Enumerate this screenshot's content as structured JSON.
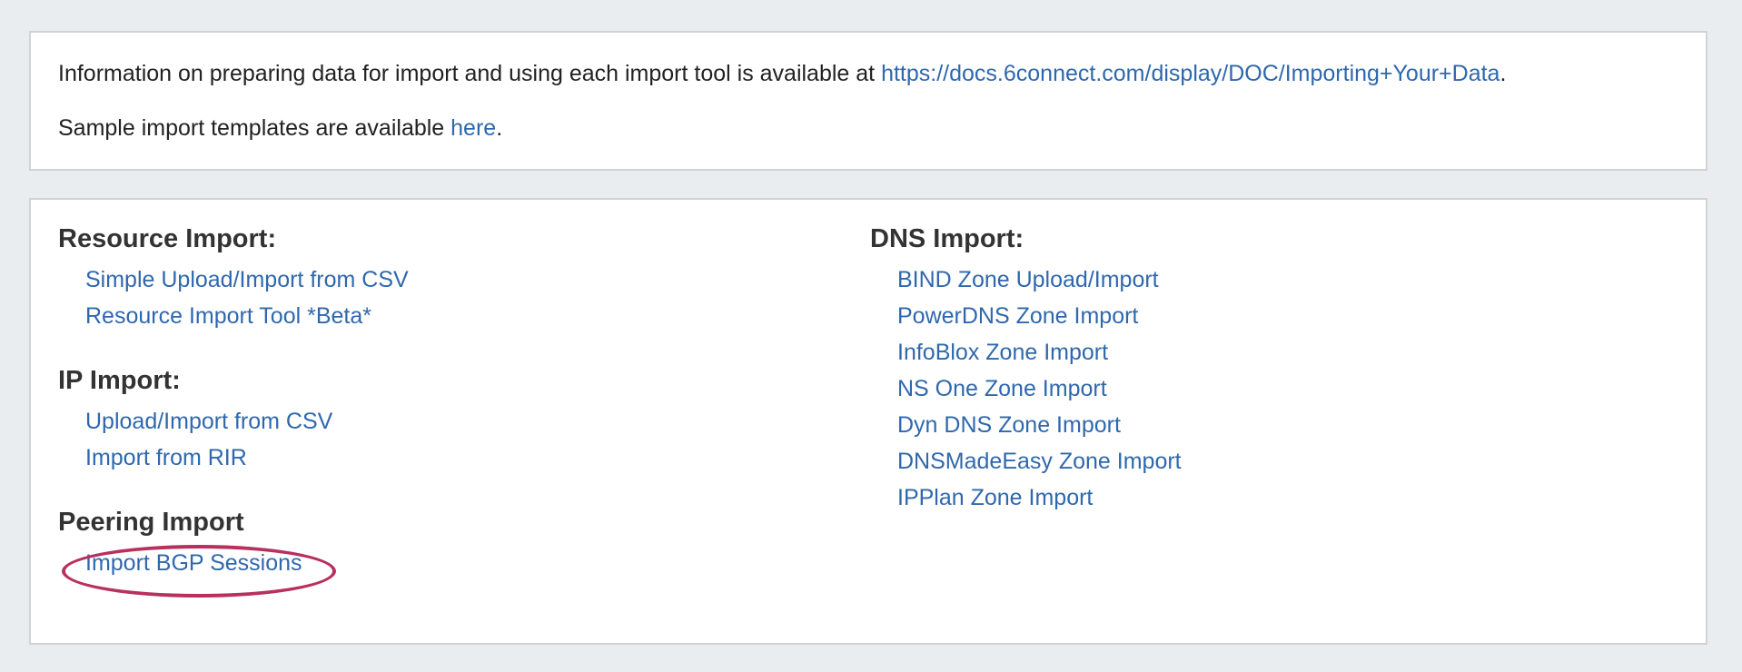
{
  "info": {
    "line1_text": "Information on preparing data for import and using each import tool is available at ",
    "line1_link": "https://docs.6connect.com/display/DOC/Importing+Your+Data",
    "line1_suffix": ".",
    "line2_text": "Sample import templates are available ",
    "line2_link": "here",
    "line2_suffix": "."
  },
  "resource_import": {
    "heading": "Resource Import:",
    "items": [
      "Simple Upload/Import from CSV",
      "Resource Import Tool *Beta*"
    ]
  },
  "ip_import": {
    "heading": "IP Import:",
    "items": [
      "Upload/Import from CSV",
      "Import from RIR"
    ]
  },
  "peering_import": {
    "heading": "Peering Import",
    "items": [
      "Import BGP Sessions"
    ]
  },
  "dns_import": {
    "heading": "DNS Import:",
    "items": [
      "BIND Zone Upload/Import",
      "PowerDNS Zone Import",
      "InfoBlox Zone Import",
      "NS One Zone Import",
      "Dyn DNS Zone Import",
      "DNSMadeEasy Zone Import",
      "IPPlan Zone Import"
    ]
  },
  "colors": {
    "link": "#2f68ad",
    "highlight": "#b8305f",
    "background": "#e9edf0"
  }
}
